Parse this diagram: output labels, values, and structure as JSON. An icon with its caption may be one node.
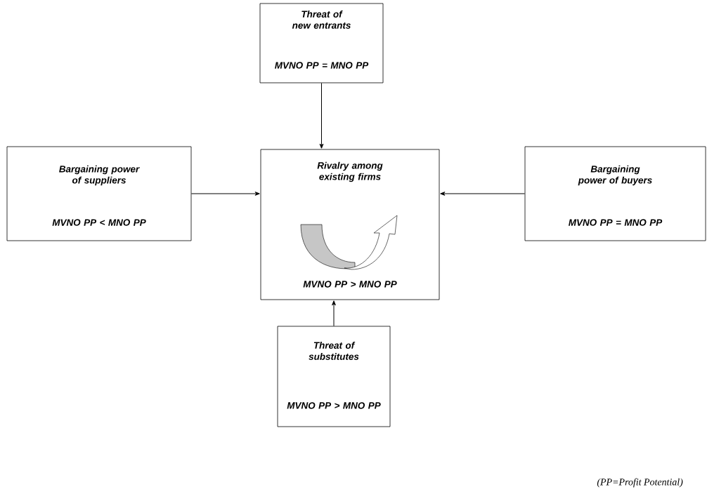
{
  "diagram": {
    "caption": "(PP=Profit Potential)",
    "nodes": [
      {
        "text": [
          "Threat of new entrants",
          "MVNO PP = MNO PP"
        ]
      },
      {
        "text": [
          "Rivalry among existing firms",
          "MVNO PP > MNO PP"
        ]
      },
      {
        "text": [
          "Bargaining power of suppliers",
          "MVNO PP < MNO PP"
        ]
      },
      {
        "text": [
          "Bargaining power of buyers",
          "MVNO PP = MNO PP"
        ]
      },
      {
        "text": [
          "Threat of substitutes",
          "MVNO PP > MNO PP"
        ]
      }
    ],
    "edges": [
      {
        "from": 0,
        "to": 1,
        "arrow": "to"
      },
      {
        "from": 2,
        "to": 1,
        "arrow": "to"
      },
      {
        "from": 3,
        "to": 1,
        "arrow": "to"
      },
      {
        "from": 4,
        "to": 1,
        "arrow": "to"
      }
    ]
  }
}
